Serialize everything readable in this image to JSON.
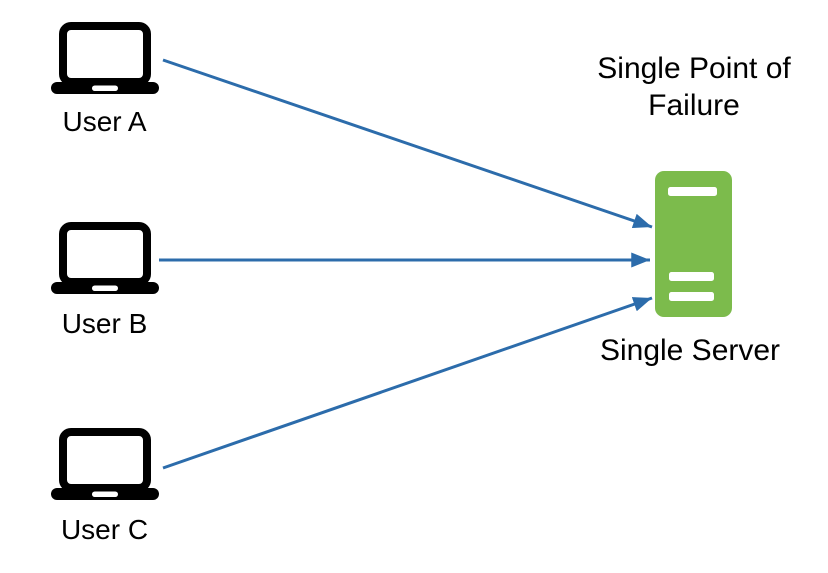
{
  "diagram": {
    "title": "Single Point of\nFailure",
    "title_text": "Single Point of Failure",
    "users": [
      {
        "label": "User A"
      },
      {
        "label": "User B"
      },
      {
        "label": "User C"
      }
    ],
    "server": {
      "label": "Single Server"
    },
    "connections": [
      {
        "from": "User A",
        "to": "Single Server"
      },
      {
        "from": "User B",
        "to": "Single Server"
      },
      {
        "from": "User C",
        "to": "Single Server"
      }
    ],
    "icons": {
      "user": "laptop-icon",
      "server": "server-icon"
    },
    "colors": {
      "arrow": "#2c6cab",
      "server_fill": "#7cbb4c",
      "icon": "#000000",
      "text": "#000000",
      "background": "#ffffff"
    }
  }
}
